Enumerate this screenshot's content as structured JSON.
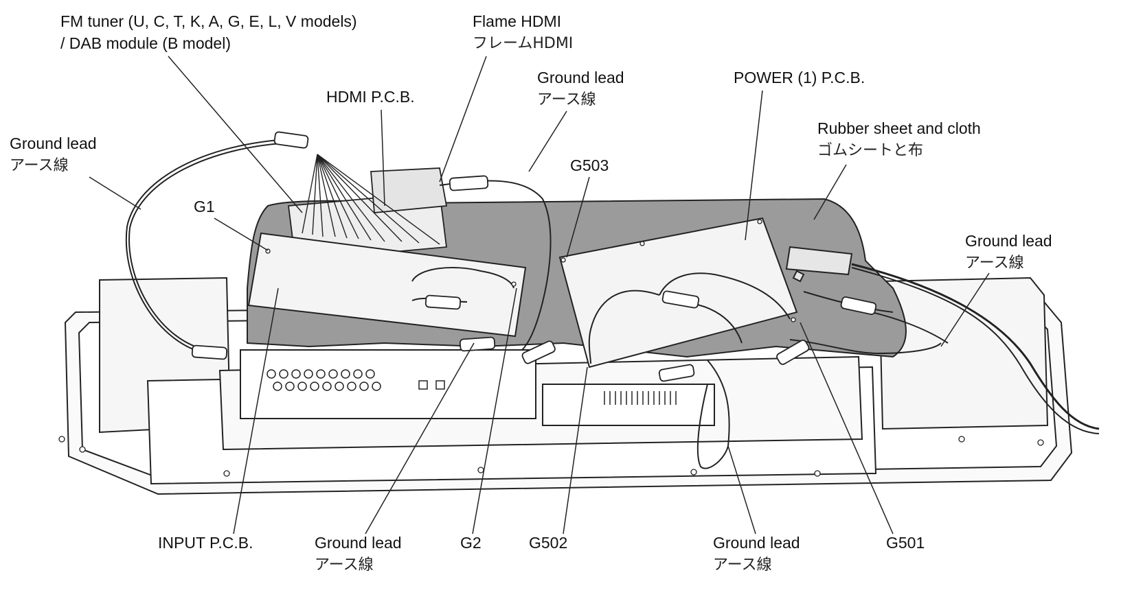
{
  "labels": {
    "fm_tuner_line1": "FM tuner (U, C, T, K, A, G, E, L, V models)",
    "fm_tuner_line2": "/ DAB module (B model)",
    "flame_hdmi_en": "Flame HDMI",
    "flame_hdmi_jp": "フレームHDMI",
    "hdmi_pcb": "HDMI P.C.B.",
    "ground_lead_en": "Ground lead",
    "ground_lead_jp": "アース線",
    "power_pcb": "POWER (1) P.C.B.",
    "rubber_sheet_en": "Rubber sheet and cloth",
    "rubber_sheet_jp": "ゴムシートと布",
    "g503": "G503",
    "g1": "G1",
    "g2": "G2",
    "g502": "G502",
    "g501": "G501",
    "input_pcb": "INPUT P.C.B."
  },
  "colors": {
    "ink": "#222222",
    "sheet": "#9b9b9b",
    "panel": "#f4f4f4"
  }
}
